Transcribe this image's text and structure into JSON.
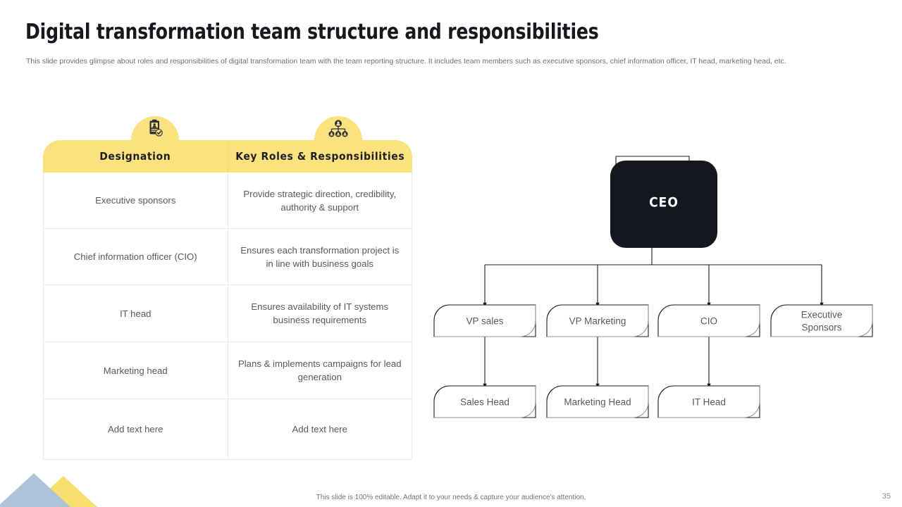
{
  "slide": {
    "title": "Digital transformation team structure and responsibilities",
    "subtitle": "This slide provides glimpse about roles and responsibilities of digital transformation team with the team reporting structure. It includes team members such as executive sponsors, chief information officer, IT head, marketing head, etc.",
    "footer_note": "This slide is 100% editable. Adapt it to your needs & capture your audience's attention.",
    "page_number": "35"
  },
  "colors": {
    "accent_yellow": "#fbe27e",
    "title_dark": "#16181d",
    "node_dark": "#14171f",
    "body_text": "#58595e",
    "deco_blue": "#aec3da",
    "deco_yellow": "#f8de6e",
    "hatch": "#dfe5ee",
    "border": "#eceae2"
  },
  "table": {
    "icons": [
      {
        "name": "clipboard-badge-icon",
        "label": "designation-icon"
      },
      {
        "name": "org-hierarchy-icon",
        "label": "roles-icon"
      }
    ],
    "headers": [
      "Designation",
      "Key Roles  & Responsibilities"
    ],
    "rows": [
      {
        "designation": "Executive sponsors",
        "responsibility": "Provide strategic direction, credibility, authority & support"
      },
      {
        "designation": "Chief information officer (CIO)",
        "responsibility": "Ensures each transformation project is in line with business goals"
      },
      {
        "designation": "IT head",
        "responsibility": "Ensures availability of IT systems business requirements"
      },
      {
        "designation": "Marketing head",
        "responsibility": "Plans & implements campaigns for lead generation"
      },
      {
        "designation": "Add text here",
        "responsibility": "Add text here"
      }
    ]
  },
  "org_chart": {
    "root": {
      "label": "CEO"
    },
    "level2": [
      {
        "label": "VP sales"
      },
      {
        "label": "VP Marketing"
      },
      {
        "label": "CIO"
      },
      {
        "label_line1": "Executive",
        "label_line2": "Sponsors"
      }
    ],
    "level3": [
      {
        "label": "Sales Head"
      },
      {
        "label": "Marketing Head"
      },
      {
        "label": "IT Head"
      }
    ]
  }
}
